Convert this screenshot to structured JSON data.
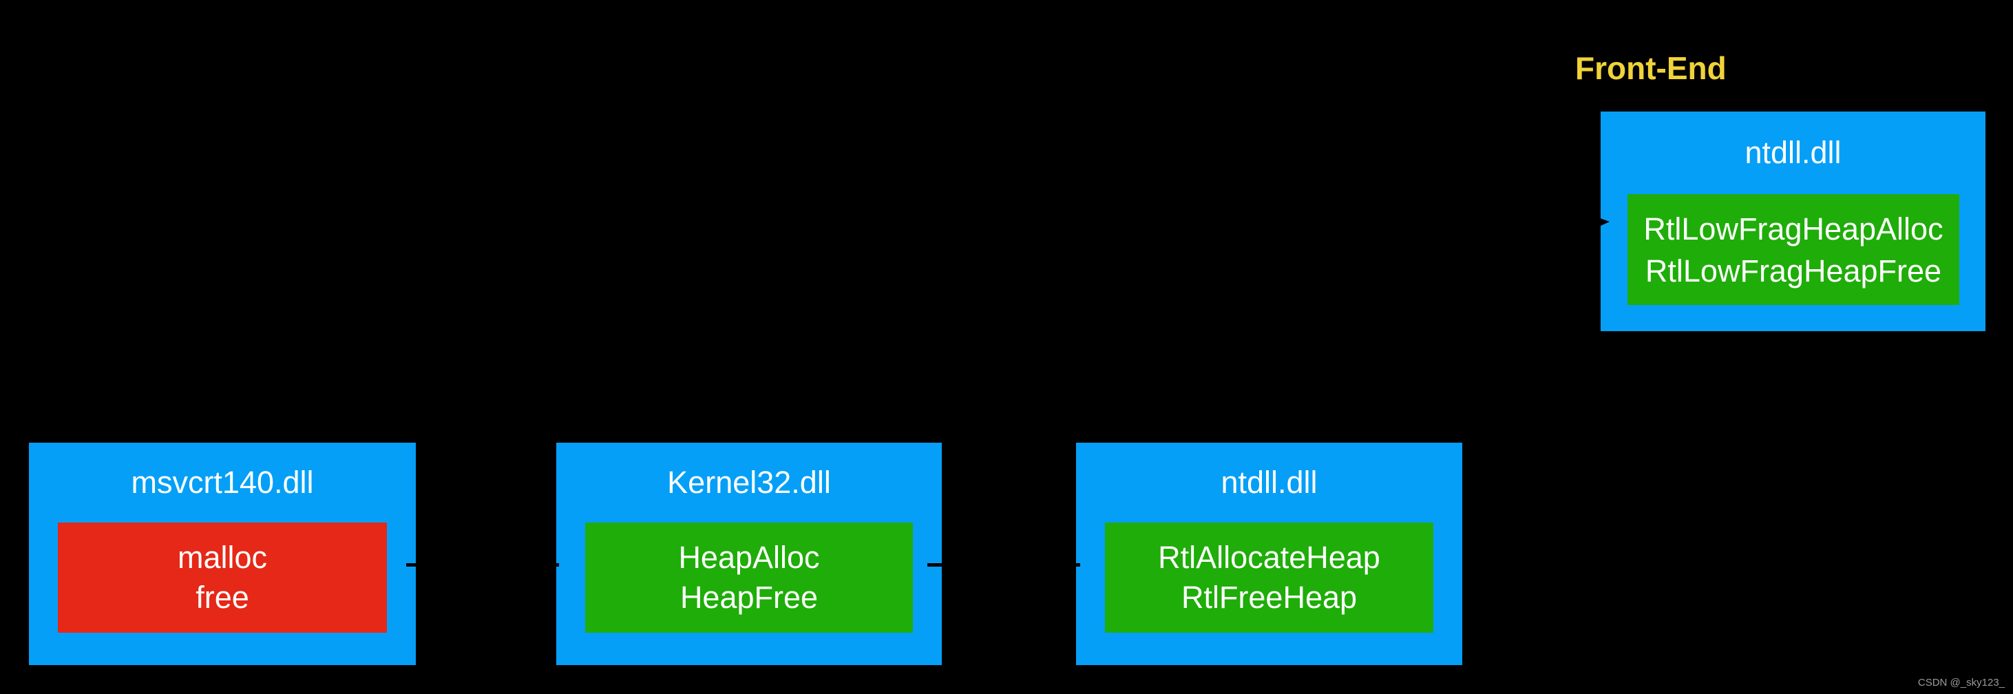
{
  "colors": {
    "background": "#000000",
    "box_blue": "#059FF7",
    "green": "#1FAD09",
    "red": "#E52817",
    "label_yellow": "#F0D339",
    "text_white": "#FFFFFF",
    "connector": "#000000",
    "watermark_gray": "#9B9B9B"
  },
  "front_end": {
    "label": "Front-End",
    "box": {
      "title": "ntdll.dll",
      "functions": [
        "RtlLowFragHeapAlloc",
        "RtlLowFragHeapFree"
      ]
    }
  },
  "backend_boxes": [
    {
      "title": "msvcrt140.dll",
      "functions": [
        "malloc",
        "free"
      ]
    },
    {
      "title": "Kernel32.dll",
      "functions": [
        "HeapAlloc",
        "HeapFree"
      ]
    },
    {
      "title": "ntdll.dll",
      "functions": [
        "RtlAllocateHeap",
        "RtlFreeHeap"
      ]
    }
  ],
  "watermark": {
    "text": "CSDN @_sky123_"
  }
}
